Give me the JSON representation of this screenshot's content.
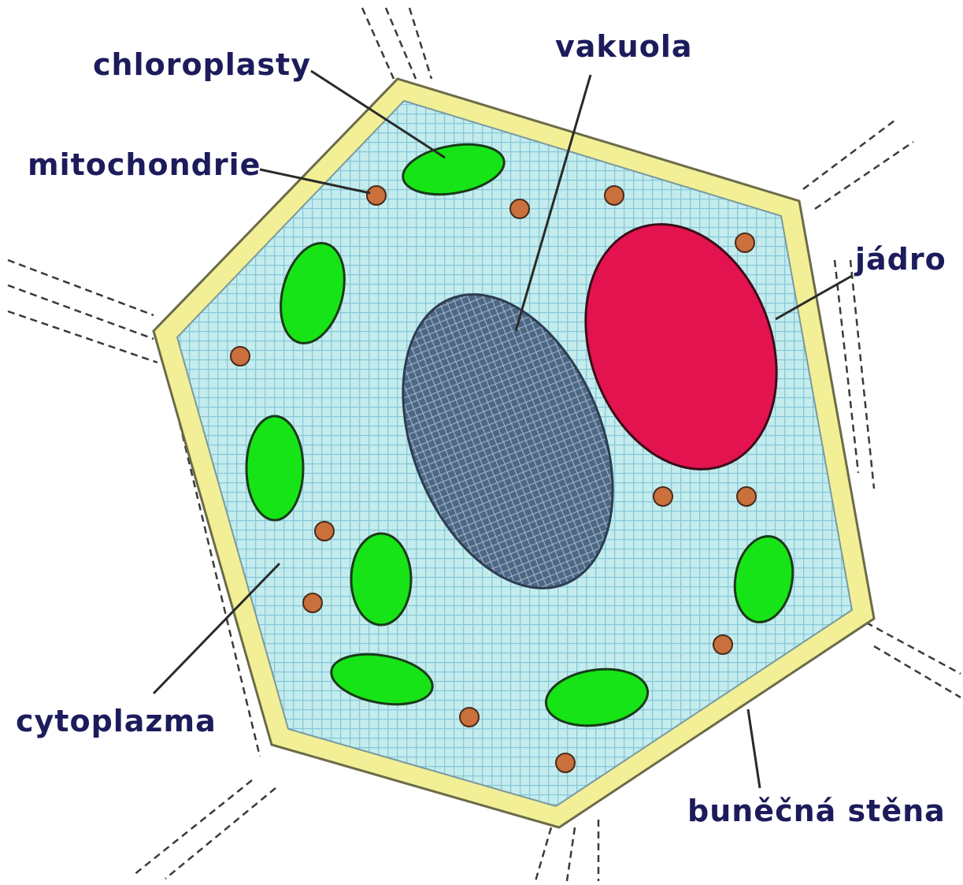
{
  "labels": {
    "chloroplasts": "chloroplasty",
    "mitochondria": "mitochondrie",
    "vacuole": "vakuola",
    "nucleus": "jádro",
    "cytoplasm": "cytoplazma",
    "cell_wall": "buněčná stěna"
  },
  "colors": {
    "cell_wall": "#f2ef96",
    "cytoplasm": "#bfe9ea",
    "cytoplasm_grid": "#8fcfe0",
    "chloroplast": "#16e416",
    "nucleus": "#e3134f",
    "vacuole": "#55708c",
    "mitochondrion": "#c9703d",
    "label_text": "#1c1c5c"
  }
}
